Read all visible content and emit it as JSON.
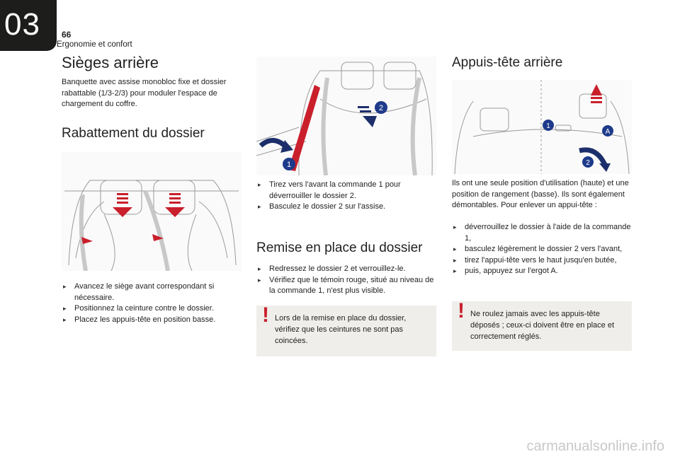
{
  "header": {
    "chapter": "03",
    "page_number": "66",
    "section": "Ergonomie et confort"
  },
  "col1": {
    "title": "Sièges arrière",
    "intro": "Banquette avec assise monobloc fixe et dossier rabattable (1/3-2/3) pour moduler l'espace de chargement du coffre.",
    "subtitle": "Rabattement du dossier",
    "steps": [
      "Avancez le siège avant correspondant si nécessaire.",
      "Positionnez la ceinture contre le dossier.",
      "Placez les appuis-tête en position basse."
    ]
  },
  "col2": {
    "illus_labels": [
      "1",
      "2"
    ],
    "steps_a": [
      "Tirez vers l'avant la commande 1 pour déverrouiller le dossier 2.",
      "Basculez le dossier 2 sur l'assise."
    ],
    "subtitle": "Remise en place du dossier",
    "steps_b": [
      "Redressez le dossier 2 et verrouillez-le.",
      "Vérifiez que le témoin rouge, situé au niveau de la commande 1, n'est plus visible."
    ],
    "warning": "Lors de la remise en place du dossier, vérifiez que les ceintures ne sont pas coincées."
  },
  "col3": {
    "title": "Appuis-tête arrière",
    "illus_labels": [
      "1",
      "A",
      "2"
    ],
    "para": "Ils ont une seule position d'utilisation (haute) et une position de rangement (basse). Ils sont également démontables. Pour enlever un appui-tête :",
    "steps": [
      "déverrouillez le dossier à l'aide de la commande 1,",
      "basculez légèrement le dossier 2 vers l'avant,",
      "tirez l'appui-tête vers le haut jusqu'en butée,",
      "puis, appuyez sur l'ergot A."
    ],
    "warning": "Ne roulez jamais avec les appuis-tête déposés ; ceux-ci doivent être en place et correctement réglés."
  },
  "footer": {
    "watermark": "carmanualsonline.info"
  },
  "colors": {
    "accent_red": "#c9202c",
    "dark_tab": "#1d1d1b",
    "box_bg": "#efeeea",
    "badge_blue": "#1e3a8a"
  }
}
